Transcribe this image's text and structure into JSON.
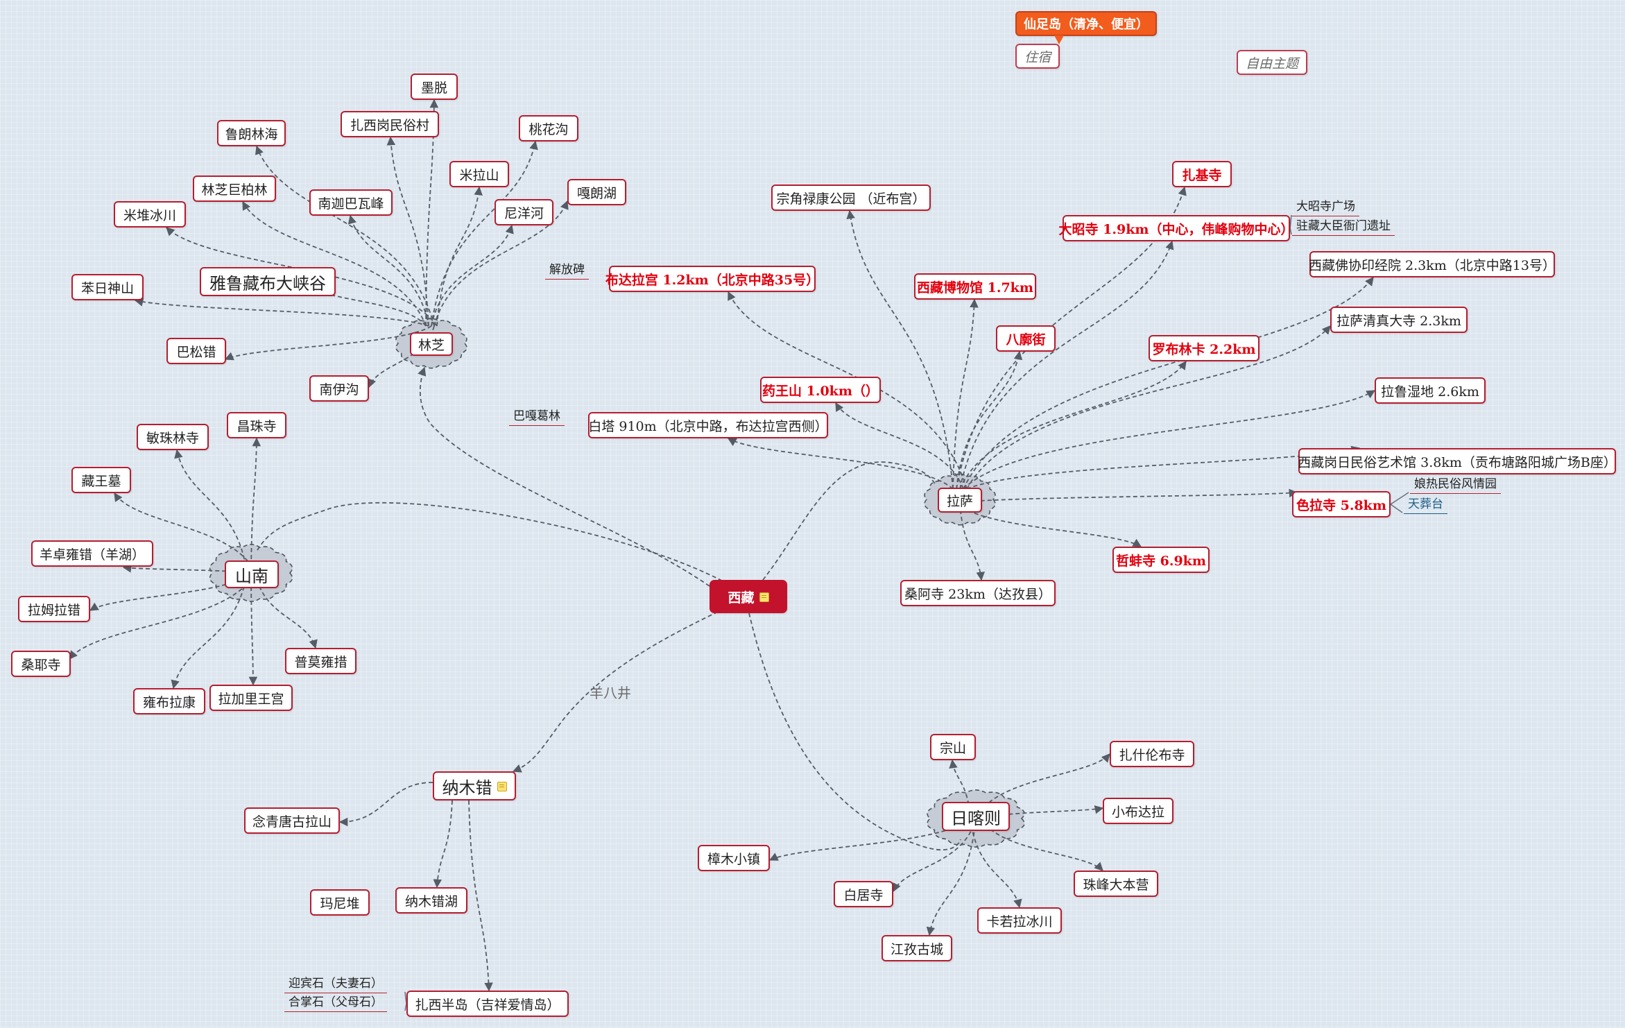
{
  "root": {
    "label": "西藏"
  },
  "callout": {
    "label": "仙足岛（清净、便宜）"
  },
  "free_topics": {
    "lodging": "住宿",
    "free": "自由主题"
  },
  "edge_labels": {
    "yangbajing": "羊八井"
  },
  "colors": {
    "accent": "#c3122b",
    "highlight": "#e3000f",
    "callout": "#f25c1d",
    "teal": "#1c5d86"
  },
  "clusters": {
    "linzhi": {
      "label": "林芝",
      "children": [
        "墨脱",
        "扎西岗民俗村",
        "桃花沟",
        "鲁朗林海",
        "米拉山",
        "林芝巨柏林",
        "南迦巴瓦峰",
        "尼洋河",
        "嘎朗湖",
        "米堆冰川",
        "雅鲁藏布大峡谷",
        "苯日神山",
        "巴松错",
        "南伊沟"
      ]
    },
    "shannan": {
      "label": "山南",
      "children": [
        "敏珠林寺",
        "昌珠寺",
        "藏王墓",
        "羊卓雍错（羊湖）",
        "拉姆拉错",
        "桑耶寺",
        "雍布拉康",
        "拉加里王宫",
        "普莫雍措"
      ]
    },
    "lhasa": {
      "label": "拉萨",
      "children": [
        "宗角禄康公园 （近布宫）",
        "扎基寺",
        "大昭寺 1.9km（中心，伟峰购物中心）",
        "西藏佛协印经院 2.3km（北京中路13号）",
        "拉萨清真大寺 2.3km",
        "西藏博物馆 1.7km",
        "八廓街",
        "罗布林卡 2.2km",
        "拉鲁湿地 2.6km",
        "西藏岗日民俗艺术馆 3.8km（贡布塘路阳城广场B座）",
        "色拉寺 5.8km",
        "哲蚌寺 6.9km",
        "桑阿寺 23km（达孜县）",
        "药王山 1.0km（）",
        "布达拉宫 1.2km（北京中路35号）",
        "白塔 910m（北京中路，布达拉宫西侧）"
      ],
      "subs": {
        "dazhao": [
          "大昭寺广场",
          "驻藏大臣衙门遗址"
        ],
        "sela": [
          "娘热民俗风情园",
          "天葬台"
        ],
        "budala": [
          "解放碑"
        ],
        "baita": [
          "巴嘎葛林"
        ]
      }
    },
    "namtso": {
      "label": "纳木错",
      "children": [
        "念青唐古拉山",
        "纳木错湖",
        "扎西半岛（吉祥爱情岛）"
      ],
      "subs": {
        "zhaxi": [
          "迎宾石（夫妻石）",
          "合掌石（父母石）"
        ]
      },
      "detached": "玛尼堆"
    },
    "rikaze": {
      "label": "日喀则",
      "children": [
        "宗山",
        "扎什伦布寺",
        "小布达拉",
        "樟木小镇",
        "白居寺",
        "珠峰大本营",
        "卡若拉冰川",
        "江孜古城"
      ]
    }
  }
}
